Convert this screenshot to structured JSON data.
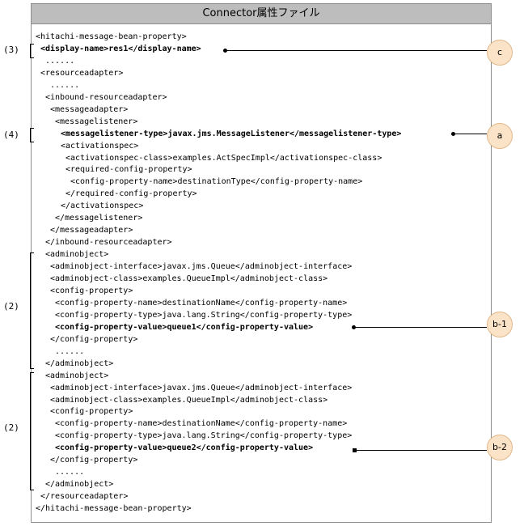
{
  "title": "Connector属性ファイル",
  "markers": {
    "m3": "(3)",
    "m4": "(4)",
    "m2a": "(2)",
    "m2b": "(2)"
  },
  "callouts": {
    "c": "c",
    "a": "a",
    "b1": "b-1",
    "b2": "b-2"
  },
  "lines": [
    "<hitachi-message-bean-property>",
    "<display-name>res1</display-name>",
    "......",
    "<resourceadapter>",
    "......",
    "<inbound-resourceadapter>",
    "<messageadapter>",
    "<messagelistener>",
    "<messagelistener-type>javax.jms.MessageListener</messagelistener-type>",
    "<activationspec>",
    "<activationspec-class>examples.ActSpecImpl</activationspec-class>",
    "<required-config-property>",
    "<config-property-name>destinationType</config-property-name>",
    "</required-config-property>",
    "</activationspec>",
    "</messagelistener>",
    "</messageadapter>",
    "</inbound-resourceadapter>",
    "<adminobject>",
    "<adminobject-interface>javax.jms.Queue</adminobject-interface>",
    "<adminobject-class>examples.QueueImpl</adminobject-class>",
    "<config-property>",
    "<config-property-name>destinationName</config-property-name>",
    "<config-property-type>java.lang.String</config-property-type>",
    "<config-property-value>queue1</config-property-value>",
    "</config-property>",
    "......",
    "</adminobject>",
    "<adminobject>",
    "<adminobject-interface>javax.jms.Queue</adminobject-interface>",
    "<adminobject-class>examples.QueueImpl</adminobject-class>",
    "<config-property>",
    "<config-property-name>destinationName</config-property-name>",
    "<config-property-type>java.lang.String</config-property-type>",
    "<config-property-value>queue2</config-property-value>",
    "</config-property>",
    "......",
    "</adminobject>",
    "</resourceadapter>",
    "</hitachi-message-bean-property>"
  ]
}
